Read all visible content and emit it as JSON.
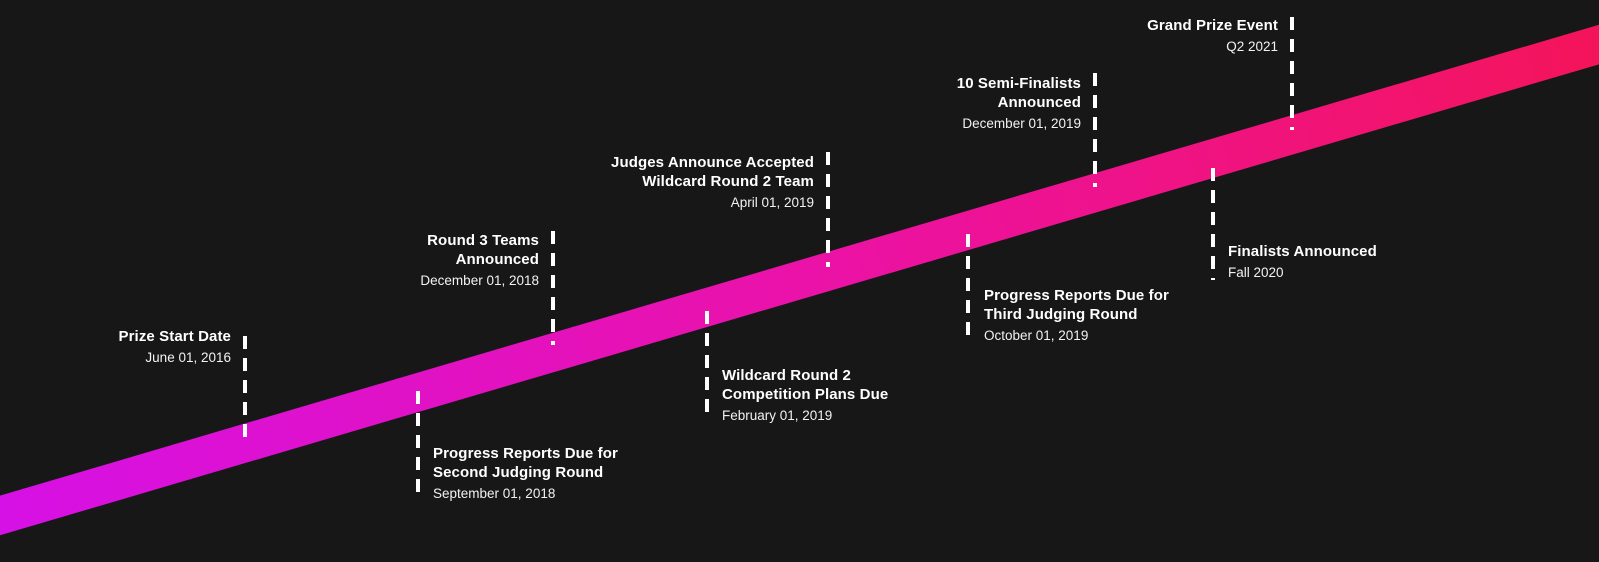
{
  "page": {
    "background_color": "#171717",
    "text_color": "#ffffff",
    "dash_color": "#ffffff"
  },
  "ribbon": {
    "gradient_start": "#d611e6",
    "gradient_mid": "#eb12a6",
    "gradient_end": "#f4145a"
  },
  "timeline": {
    "milestones": [
      {
        "title": "Prize Start Date",
        "date": "June 01, 2016"
      },
      {
        "title": "Progress Reports Due for\nSecond Judging Round",
        "date": "September 01, 2018"
      },
      {
        "title": "Round 3 Teams\nAnnounced",
        "date": "December 01, 2018"
      },
      {
        "title": "Wildcard Round 2\nCompetition Plans Due",
        "date": "February 01, 2019"
      },
      {
        "title": "Judges Announce Accepted\nWildcard Round 2 Team",
        "date": "April 01, 2019"
      },
      {
        "title": "Progress Reports Due for\nThird Judging Round",
        "date": "October 01, 2019"
      },
      {
        "title": "10 Semi-Finalists\nAnnounced",
        "date": "December 01, 2019"
      },
      {
        "title": "Finalists Announced",
        "date": "Fall 2020"
      },
      {
        "title": "Grand Prize Event",
        "date": "Q2 2021"
      }
    ]
  }
}
